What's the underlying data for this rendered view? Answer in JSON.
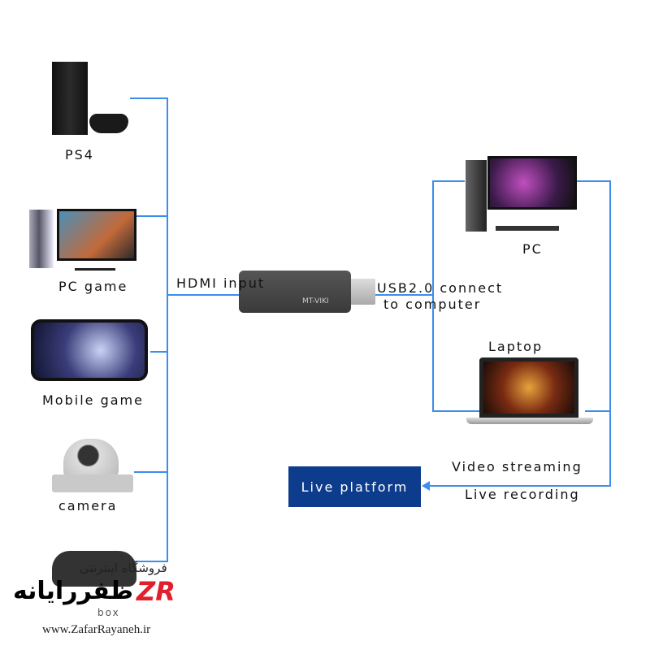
{
  "sources": [
    {
      "label": "PS4"
    },
    {
      "label": "PC game"
    },
    {
      "label": "Mobile game"
    },
    {
      "label": "camera"
    },
    {
      "label": "box"
    }
  ],
  "device": {
    "brand": "MT-VIKI",
    "input_label": "HDMI input",
    "output_label_1": "USB2.0 connect",
    "output_label_2": "to computer"
  },
  "targets": {
    "pc": "PC",
    "laptop": "Laptop"
  },
  "streaming": {
    "line1": "Video streaming",
    "line2": "Live recording",
    "platform": "Live platform"
  },
  "watermark": {
    "tagline": "فروشگاه اینترنتی",
    "name": "ظفررایانه",
    "logo": "ZR",
    "url": "www.ZafarRayaneh.ir"
  },
  "colors": {
    "line": "#3d8ee8",
    "platform": "#0d3c8c"
  }
}
